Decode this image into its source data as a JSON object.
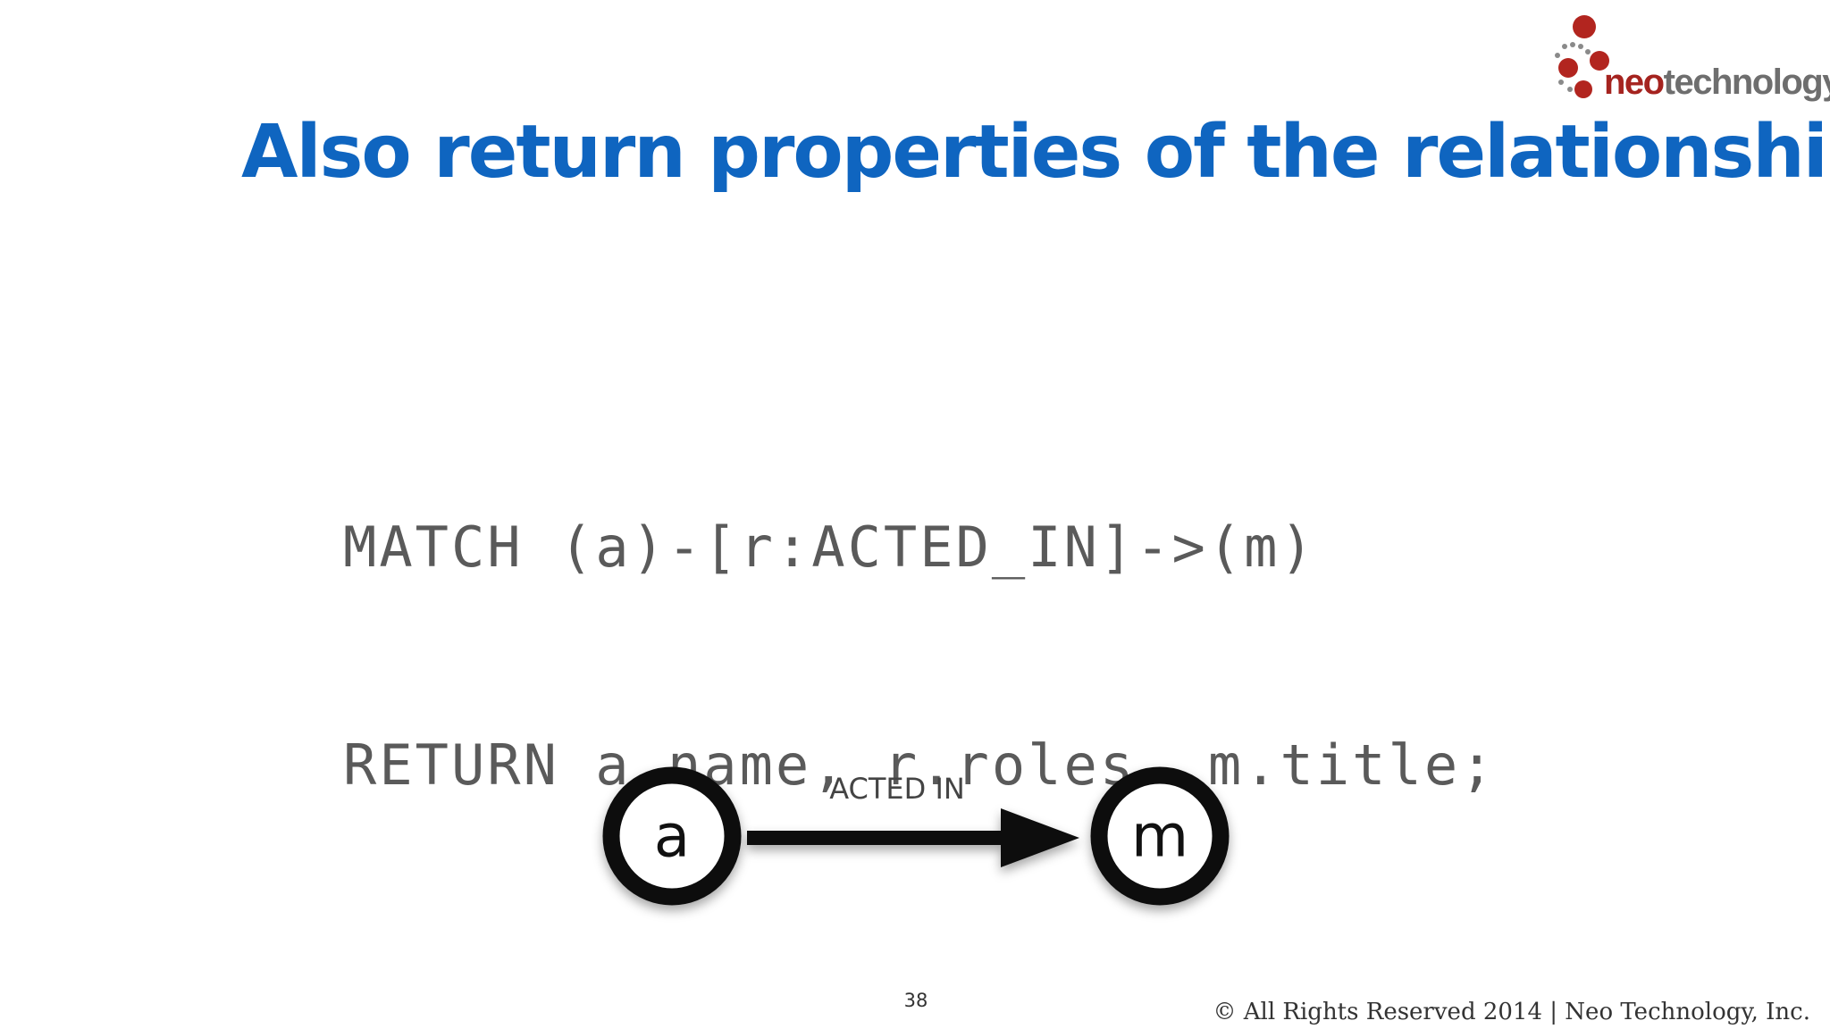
{
  "logo": {
    "word_neo": "neo",
    "word_technology": "technology",
    "colors": {
      "neo": "#a5231f",
      "technology": "#6e6e6e",
      "dots": "#b2251f"
    }
  },
  "slide": {
    "title": "Also return properties of the relationship",
    "code_lines": [
      "MATCH (a)-[r:ACTED_IN]->(m)",
      "RETURN a.name, r.roles, m.title;"
    ],
    "diagram": {
      "source_node": "a",
      "target_node": "m",
      "relationship_label": "ACTED IN"
    },
    "page_number": "38",
    "copyright": "© All Rights Reserved 2014 | Neo Technology, Inc."
  },
  "colors": {
    "title": "#0f65c0",
    "code": "#5a5a5a",
    "background": "#ffffff"
  }
}
